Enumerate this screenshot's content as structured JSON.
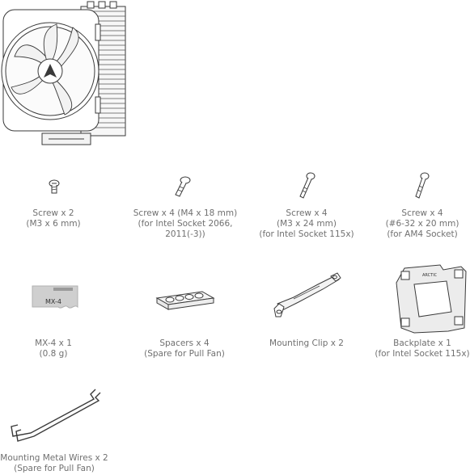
{
  "items": [
    {
      "lines": [
        "Screw x 2",
        "(M3 x 6 mm)"
      ]
    },
    {
      "lines": [
        "Screw  x 4 (M4 x 18 mm)",
        "(for Intel Socket 2066,",
        "2011(-3))"
      ]
    },
    {
      "lines": [
        "Screw  x 4",
        "(M3 x 24 mm)",
        "(for Intel Socket 115x)"
      ]
    },
    {
      "lines": [
        "Screw x 4",
        "(#6-32 x 20 mm)",
        "(for AM4 Socket)"
      ]
    },
    {
      "lines": [
        "MX-4 x 1",
        "(0.8 g)"
      ]
    },
    {
      "lines": [
        "Spacers x 4",
        "(Spare for Pull Fan)"
      ]
    },
    {
      "lines": [
        "Mounting Clip x 2"
      ]
    },
    {
      "lines": [
        "Backplate x 1",
        "(for Intel Socket 115x)"
      ]
    },
    {
      "lines": [
        "Mounting Metal Wires x 2",
        "(Spare for Pull Fan)"
      ]
    }
  ],
  "paste_label": "MX-4",
  "backplate_label": "ARCTIC"
}
